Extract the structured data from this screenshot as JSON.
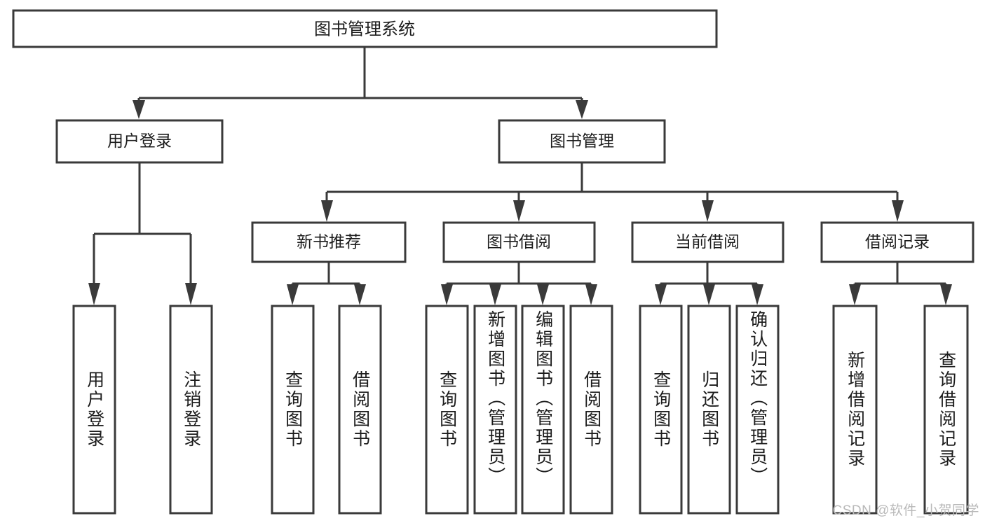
{
  "diagram": {
    "title": "图书管理系统",
    "type": "tree",
    "watermark": "CSDN @软件_小贺同学",
    "colors": {
      "stroke": "#3a3a3a",
      "fill": "#ffffff",
      "text": "#1c1c1c",
      "watermark": "#b9b9b9",
      "background": "#ffffff"
    },
    "root": {
      "label": "图书管理系统"
    },
    "level2": [
      {
        "label": "用户登录"
      },
      {
        "label": "图书管理"
      }
    ],
    "level3": [
      {
        "label": "新书推荐"
      },
      {
        "label": "图书借阅"
      },
      {
        "label": "当前借阅"
      },
      {
        "label": "借阅记录"
      }
    ],
    "leaves": {
      "user_login": [
        {
          "label": "用户登录"
        },
        {
          "label": "注销登录"
        }
      ],
      "new_book": [
        {
          "label": "查询图书"
        },
        {
          "label": "借阅图书"
        }
      ],
      "book_borrow": [
        {
          "label": "查询图书"
        },
        {
          "label": "新增图书（管理员）"
        },
        {
          "label": "编辑图书（管理员）"
        },
        {
          "label": "借阅图书"
        }
      ],
      "current_borrow": [
        {
          "label": "查询图书"
        },
        {
          "label": "归还图书"
        },
        {
          "label": "确认归还（管理员）"
        }
      ],
      "borrow_record": [
        {
          "label": "新增借阅记录"
        },
        {
          "label": "查询借阅记录"
        }
      ]
    }
  }
}
